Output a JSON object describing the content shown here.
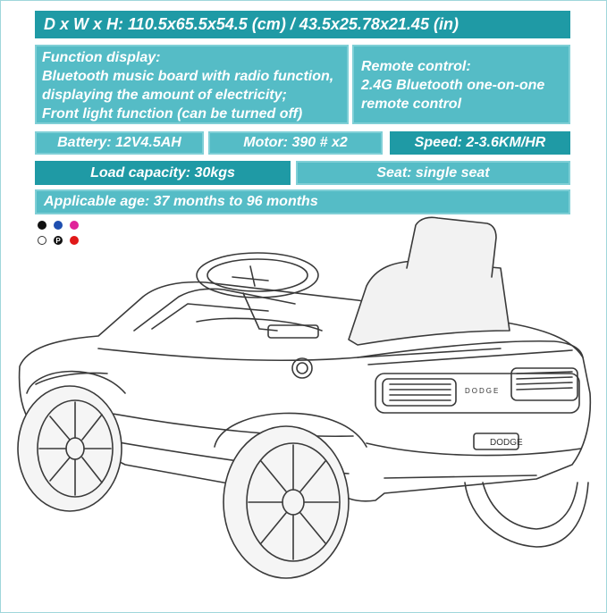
{
  "specs": {
    "dimensions": "D x W x H: 110.5x65.5x54.5 (cm) / 43.5x25.78x21.45 (in)",
    "function_display": [
      "Function display:",
      "Bluetooth music board with radio function,",
      "displaying the amount of electricity;",
      "Front light function (can be turned off)"
    ],
    "remote_control": [
      "Remote control:",
      "2.4G Bluetooth one-on-one",
      "remote control"
    ],
    "battery": "Battery: 12V4.5AH",
    "motor": "Motor: 390 # x2",
    "speed": "Speed: 2-3.6KM/HR",
    "load_capacity": "Load capacity: 30kgs",
    "seat": "Seat: single seat",
    "applicable_age": "Applicable age: 37 months to 96 months"
  },
  "color_options": [
    {
      "name": "black",
      "hex": "#111111"
    },
    {
      "name": "blue",
      "hex": "#1f4fb0"
    },
    {
      "name": "pink",
      "hex": "#e0249a"
    },
    {
      "name": "white",
      "hex": "#ffffff"
    },
    {
      "name": "police",
      "hex": "#111111",
      "label": "P"
    },
    {
      "name": "red",
      "hex": "#e01818"
    }
  ],
  "car": {
    "rear_badge": "DODGE",
    "plate": "DODGE"
  },
  "colors": {
    "panel": "#4bb3bd",
    "panel_dark": "#1f9aa5",
    "panel_border": "#7fcfd6"
  }
}
